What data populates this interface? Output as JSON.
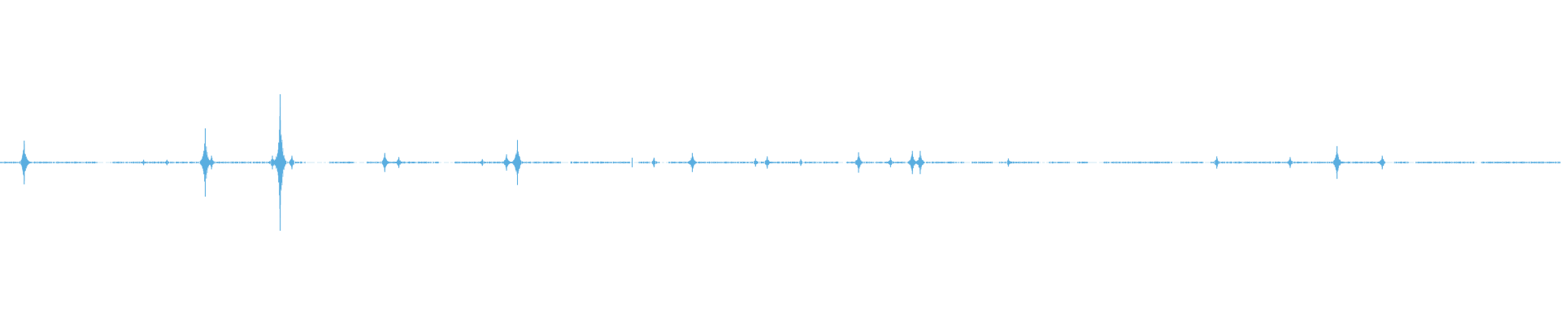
{
  "waveform": {
    "color": "#5aaee0",
    "baseline_amplitude": 0.012,
    "duration_fraction": 0.9995,
    "peaks": [
      {
        "t": 0.0155,
        "amp": 0.32
      },
      {
        "t": 0.092,
        "amp": 0.04
      },
      {
        "t": 0.107,
        "amp": 0.04
      },
      {
        "t": 0.1315,
        "amp": 0.5
      },
      {
        "t": 0.1355,
        "amp": 0.1
      },
      {
        "t": 0.1745,
        "amp": 0.1
      },
      {
        "t": 0.1795,
        "amp": 1.0
      },
      {
        "t": 0.187,
        "amp": 0.1
      },
      {
        "t": 0.2465,
        "amp": 0.14
      },
      {
        "t": 0.2555,
        "amp": 0.08
      },
      {
        "t": 0.309,
        "amp": 0.05
      },
      {
        "t": 0.3245,
        "amp": 0.12
      },
      {
        "t": 0.3315,
        "amp": 0.33
      },
      {
        "t": 0.405,
        "amp": 0.07
      },
      {
        "t": 0.419,
        "amp": 0.07
      },
      {
        "t": 0.4435,
        "amp": 0.14
      },
      {
        "t": 0.484,
        "amp": 0.06
      },
      {
        "t": 0.4915,
        "amp": 0.09
      },
      {
        "t": 0.513,
        "amp": 0.05
      },
      {
        "t": 0.55,
        "amp": 0.15
      },
      {
        "t": 0.5705,
        "amp": 0.07
      },
      {
        "t": 0.5845,
        "amp": 0.17
      },
      {
        "t": 0.5895,
        "amp": 0.17
      },
      {
        "t": 0.646,
        "amp": 0.06
      },
      {
        "t": 0.7795,
        "amp": 0.09
      },
      {
        "t": 0.8265,
        "amp": 0.08
      },
      {
        "t": 0.8565,
        "amp": 0.24
      },
      {
        "t": 0.8855,
        "amp": 0.1
      }
    ],
    "gaps": [
      [
        0.063,
        0.071
      ],
      [
        0.196,
        0.211
      ],
      [
        0.227,
        0.235
      ],
      [
        0.281,
        0.291
      ],
      [
        0.3595,
        0.3655
      ],
      [
        0.4035,
        0.409
      ],
      [
        0.4225,
        0.428
      ],
      [
        0.537,
        0.542
      ],
      [
        0.6175,
        0.622
      ],
      [
        0.636,
        0.64
      ],
      [
        0.6655,
        0.672
      ],
      [
        0.6855,
        0.69
      ],
      [
        0.697,
        0.707
      ],
      [
        0.751,
        0.7565
      ],
      [
        0.771,
        0.775
      ],
      [
        0.8875,
        0.893
      ],
      [
        0.9025,
        0.907
      ],
      [
        0.9445,
        0.949
      ]
    ]
  }
}
